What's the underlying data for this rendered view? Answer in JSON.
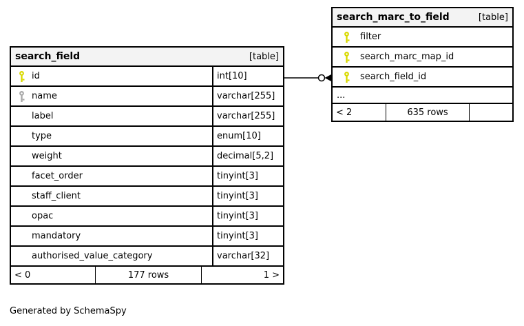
{
  "page": {
    "generated_by": "Generated by SchemaSpy"
  },
  "colors": {
    "primary_key_icon": "#d9d900",
    "index_key_icon": "#a9a9a9",
    "header_bg": "#f3f3f3",
    "border": "#000000"
  },
  "tables": [
    {
      "name": "search_field",
      "badge": "[table]",
      "columns": [
        {
          "name": "id",
          "type": "int[10]",
          "key": "primary"
        },
        {
          "name": "name",
          "type": "varchar[255]",
          "key": "index"
        },
        {
          "name": "label",
          "type": "varchar[255]",
          "key": ""
        },
        {
          "name": "type",
          "type": "enum[10]",
          "key": ""
        },
        {
          "name": "weight",
          "type": "decimal[5,2]",
          "key": ""
        },
        {
          "name": "facet_order",
          "type": "tinyint[3]",
          "key": ""
        },
        {
          "name": "staff_client",
          "type": "tinyint[3]",
          "key": ""
        },
        {
          "name": "opac",
          "type": "tinyint[3]",
          "key": ""
        },
        {
          "name": "mandatory",
          "type": "tinyint[3]",
          "key": ""
        },
        {
          "name": "authorised_value_category",
          "type": "varchar[32]",
          "key": ""
        }
      ],
      "footer": {
        "left": "< 0",
        "center": "177 rows",
        "right": "1 >"
      }
    },
    {
      "name": "search_marc_to_field",
      "badge": "[table]",
      "columns": [
        {
          "name": "filter",
          "key": "primary"
        },
        {
          "name": "search_marc_map_id",
          "key": "primary"
        },
        {
          "name": "search_field_id",
          "key": "primary"
        }
      ],
      "ellipsis": "...",
      "footer": {
        "left": "< 2",
        "center": "635 rows",
        "right": ""
      }
    }
  ],
  "relationship": {
    "from_table": "search_field",
    "from_column": "id",
    "to_table": "search_marc_to_field",
    "to_column": "search_field_id",
    "cardinality": "zero-or-many"
  }
}
